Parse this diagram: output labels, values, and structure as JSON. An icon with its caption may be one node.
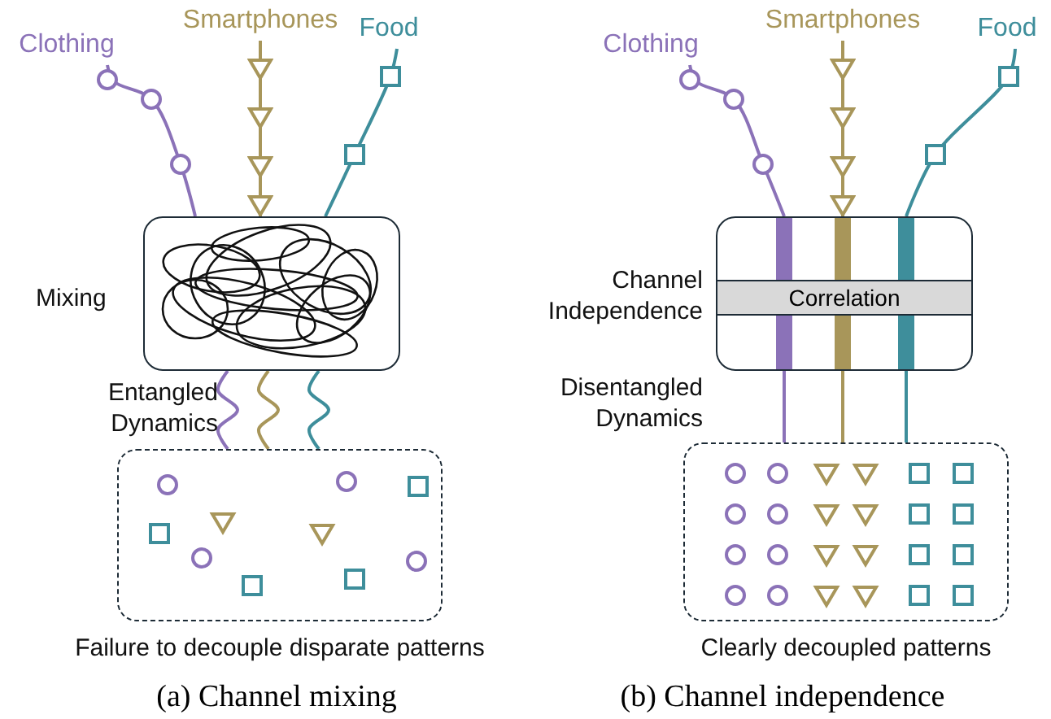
{
  "diagram": {
    "nodes": [
      {
        "text": [
          "Clothing"
        ]
      },
      {
        "text": [
          "Smartphones"
        ]
      },
      {
        "text": [
          "Food"
        ]
      },
      {
        "text": [],
        "shape": "box",
        "beside": [
          "Mixing"
        ]
      },
      {
        "text": [],
        "shape": "box",
        "beside": [
          "Failure to decouple disparate patterns"
        ]
      },
      {
        "text": [
          "Clothing"
        ]
      },
      {
        "text": [
          "Smartphones"
        ]
      },
      {
        "text": [
          "Food"
        ]
      },
      {
        "text": [],
        "shape": "box",
        "beside": [
          "Channel Independence"
        ]
      },
      {
        "text": [
          "Correlation"
        ],
        "in": 8
      },
      {
        "text": [],
        "shape": "box",
        "beside": [
          "Clearly decoupled patterns"
        ]
      }
    ],
    "edges": [
      {
        "from": 0,
        "to": 3,
        "arrow": "other",
        "color": "#8b72b8"
      },
      {
        "from": 1,
        "to": 3,
        "arrow": "to",
        "color": "#a8965a"
      },
      {
        "from": 2,
        "to": 3,
        "arrow": "none",
        "color": "#3e8e9b"
      },
      {
        "from": 3,
        "to": 4,
        "arrow": "none",
        "color": "#8b72b8"
      },
      {
        "from": 3,
        "to": 4,
        "arrow": "none",
        "color": "#a8965a"
      },
      {
        "from": 3,
        "to": 4,
        "arrow": "none",
        "color": "#3e8e9b"
      },
      {
        "from": 5,
        "to": 8,
        "arrow": "other",
        "color": "#8b72b8"
      },
      {
        "from": 6,
        "to": 8,
        "arrow": "to",
        "color": "#a8965a"
      },
      {
        "from": 7,
        "to": 8,
        "arrow": "none",
        "color": "#3e8e9b"
      },
      {
        "from": 8,
        "to": 10,
        "arrow": "none",
        "color": "#8b72b8"
      },
      {
        "from": 8,
        "to": 10,
        "arrow": "none",
        "color": "#a8965a"
      },
      {
        "from": 8,
        "to": 10,
        "arrow": "none",
        "color": "#3e8e9b"
      }
    ],
    "labels": [
      "Entangled Dynamics",
      "Disentangled Dynamics",
      "(a) Channel mixing",
      "(b) Channel independence"
    ]
  }
}
